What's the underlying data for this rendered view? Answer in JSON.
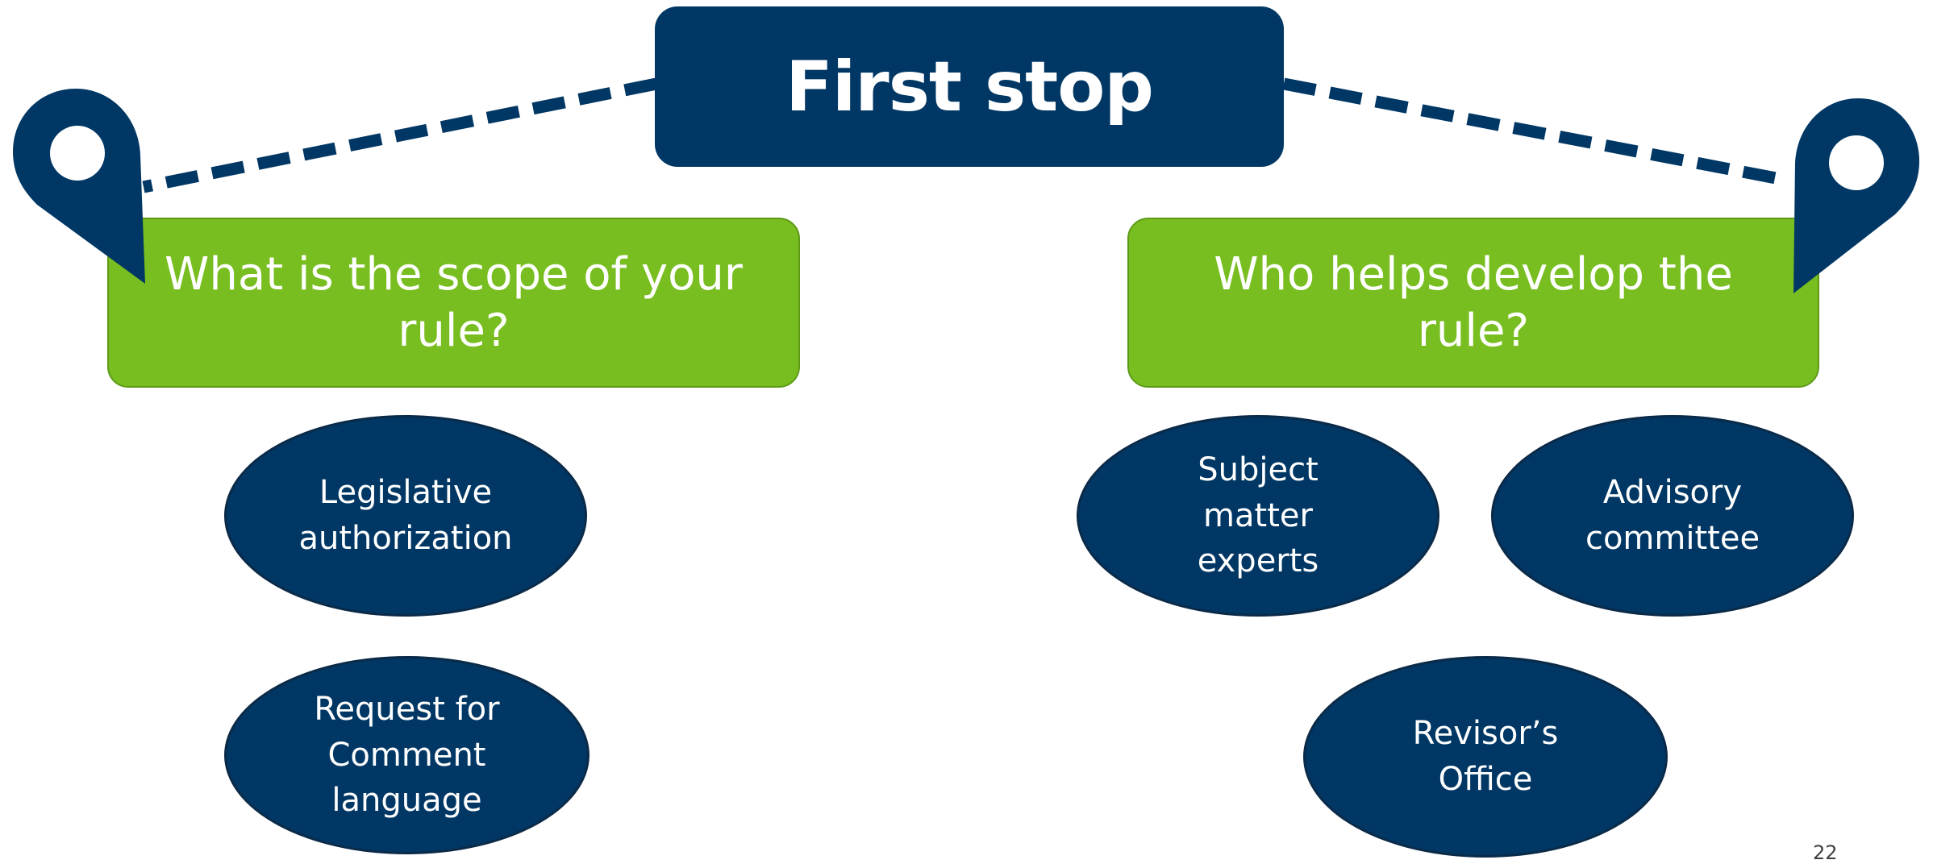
{
  "title": "First stop",
  "left_question": "What is the scope of your rule?",
  "right_question": "Who helps develop the rule?",
  "left_items": [
    "Legislative\nauthorization",
    "Request for\nComment\nlanguage"
  ],
  "right_items": [
    "Subject\nmatter\nexperts",
    "Advisory\ncommittee",
    "Revisor’s\nOffice"
  ],
  "page_number": "22",
  "colors": {
    "navy": "#003764",
    "green": "#78be20",
    "white": "#ffffff"
  },
  "icons": {
    "left_pin": "map-pin-icon",
    "right_pin": "map-pin-icon"
  }
}
